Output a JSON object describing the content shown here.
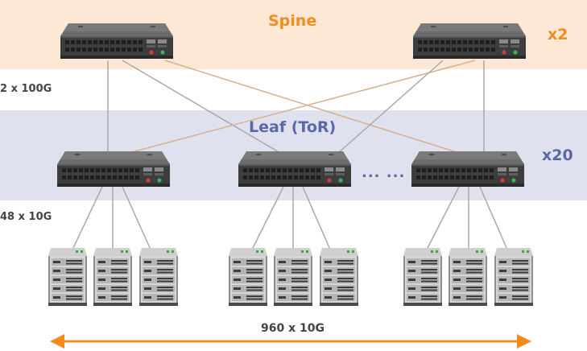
{
  "colors": {
    "spine_band": "#fde8d6",
    "leaf_band": "#dfe1ef",
    "spine_text": "#f28c1e",
    "leaf_text": "#5a68a8",
    "arrow": "#f28c1e",
    "link_gray": "#a9a9a9",
    "link_orange": "#d9b08c"
  },
  "spine": {
    "label": "Spine",
    "count": "x2"
  },
  "leaf": {
    "label": "Leaf (ToR)",
    "count": "x20",
    "ellipsis": "... ..."
  },
  "links": {
    "spine_leaf": "2 x 100G",
    "leaf_server": "48 x 10G"
  },
  "total": {
    "label": "960 x 10G"
  },
  "icons": {
    "switch": "network-switch-icon",
    "server": "server-rack-icon"
  }
}
